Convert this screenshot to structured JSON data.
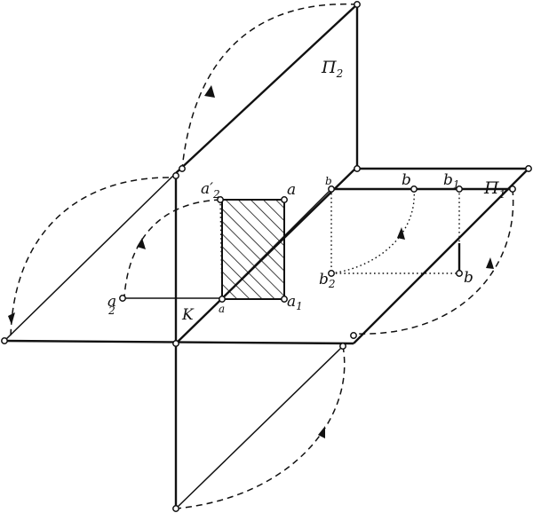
{
  "planes": {
    "frontal": {
      "name": "Π",
      "index": "2"
    },
    "horizontal": {
      "name": "Π",
      "index": "1"
    }
  },
  "points": {
    "a": "a",
    "a_prime_2": {
      "base": "a′",
      "index": "2"
    },
    "a_1": {
      "base": "a",
      "index": "1"
    },
    "a_2": {
      "base": "a",
      "index": "2"
    },
    "a_small": "a",
    "b_small": "b",
    "b_upper": "b",
    "b_1": {
      "base": "b",
      "index": "1"
    },
    "b_lower": "b",
    "b_2": {
      "base": "b",
      "index": "2"
    },
    "K": "K"
  }
}
